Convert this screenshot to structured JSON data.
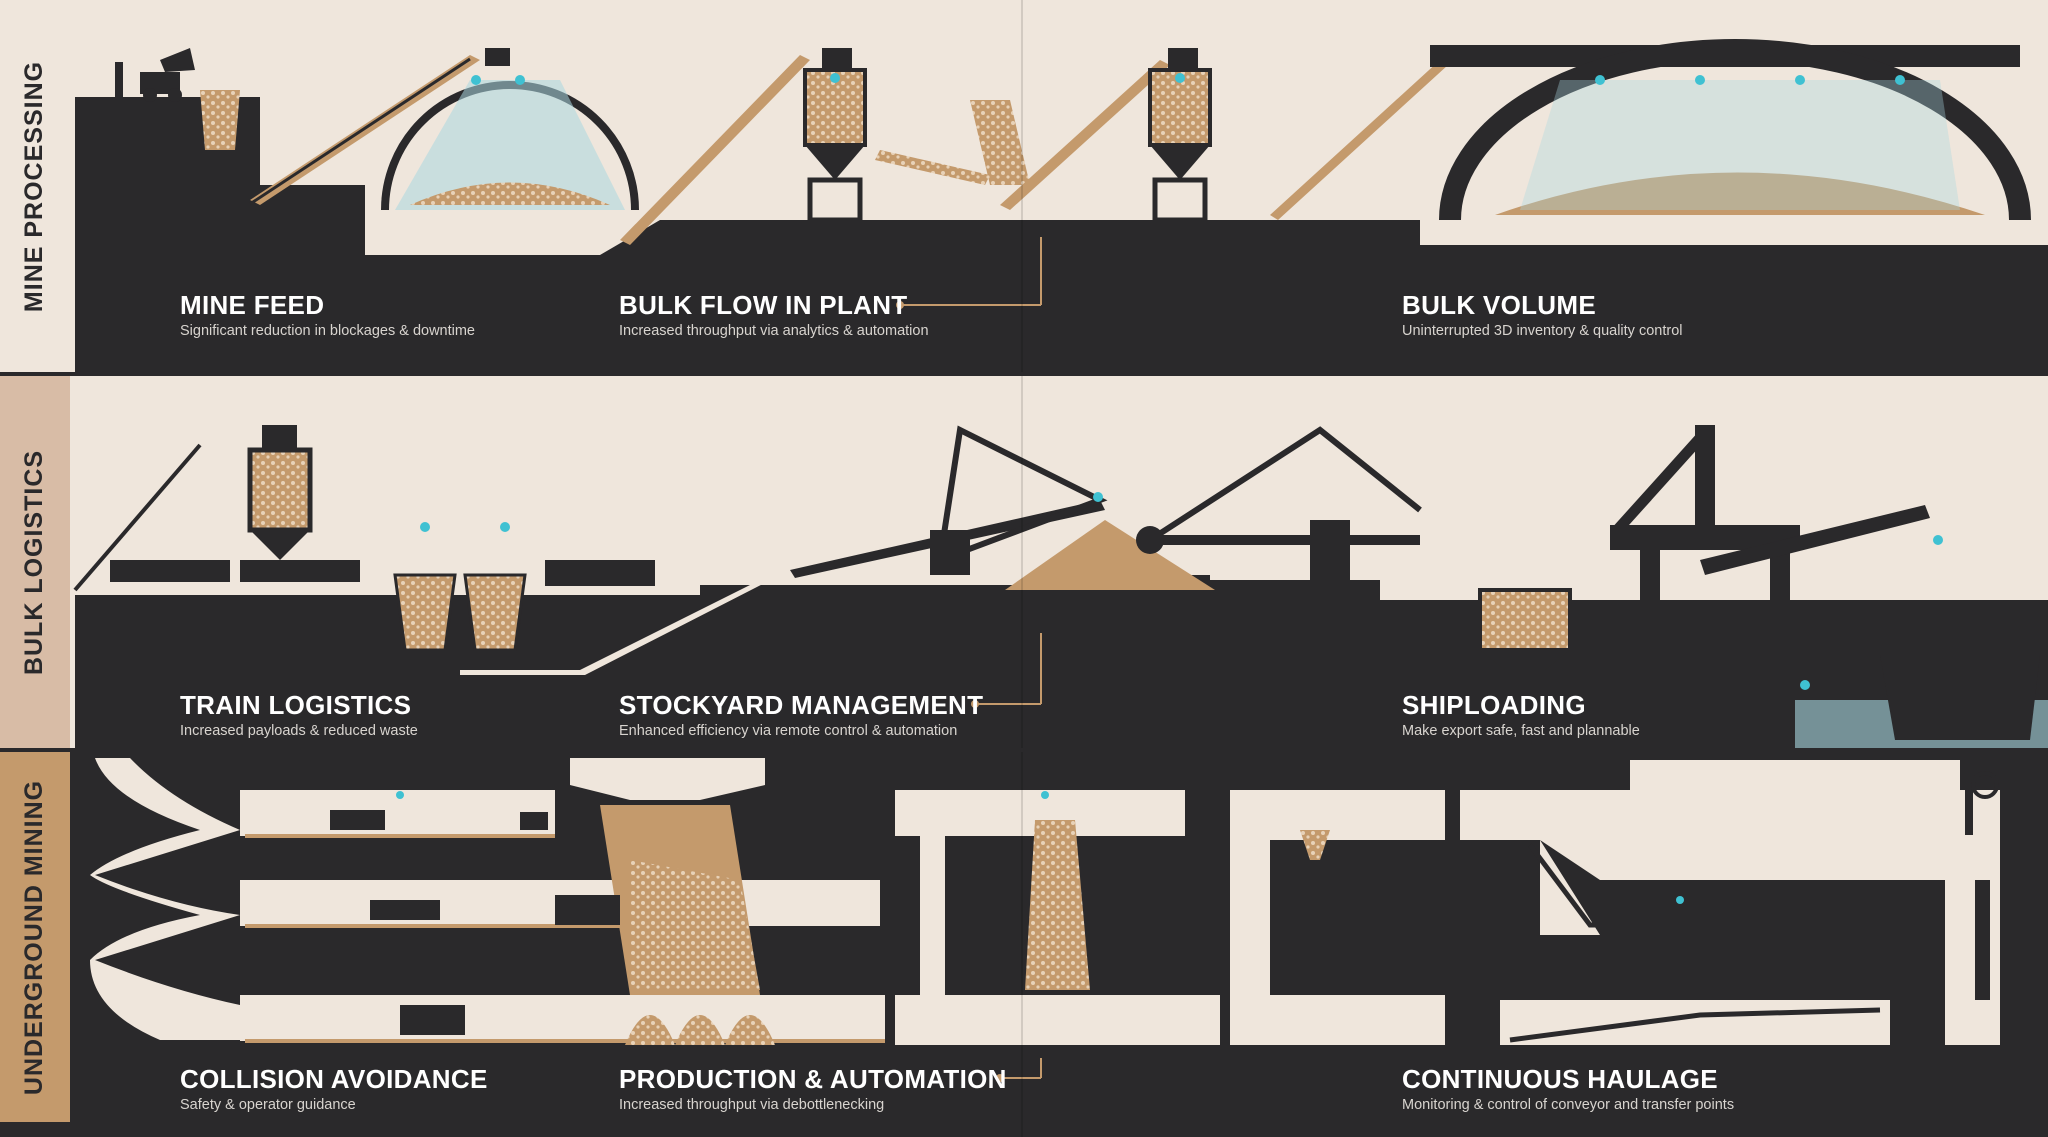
{
  "colors": {
    "dark": "#2a292b",
    "cream": "#efe6dc",
    "ore": "#c49a6c",
    "sensor": "#3fc1d2",
    "beam": "#a9d7e0",
    "tab_mine": "#efe6dc",
    "tab_logistics": "#d8bca6",
    "tab_underground": "#c49a6c"
  },
  "sections": {
    "mine_processing": {
      "tab": "MINE PROCESSING",
      "items": [
        {
          "title": "MINE FEED",
          "subtitle": "Significant reduction in blockages & downtime"
        },
        {
          "title": "BULK FLOW IN PLANT",
          "subtitle": "Increased throughput via analytics & automation"
        },
        {
          "title": "BULK VOLUME",
          "subtitle": "Uninterrupted 3D inventory & quality control"
        }
      ]
    },
    "bulk_logistics": {
      "tab": "BULK LOGISTICS",
      "items": [
        {
          "title": "TRAIN LOGISTICS",
          "subtitle": "Increased payloads & reduced waste"
        },
        {
          "title": "STOCKYARD MANAGEMENT",
          "subtitle": "Enhanced efficiency via remote control & automation"
        },
        {
          "title": "SHIPLOADING",
          "subtitle": "Make export safe, fast and plannable"
        }
      ]
    },
    "underground_mining": {
      "tab": "UNDERGROUND MINING",
      "items": [
        {
          "title": "COLLISION AVOIDANCE",
          "subtitle": "Safety & operator guidance"
        },
        {
          "title": "PRODUCTION & AUTOMATION",
          "subtitle": "Increased throughput via debottlenecking"
        },
        {
          "title": "CONTINUOUS HAULAGE",
          "subtitle": "Monitoring & control of conveyor and transfer points"
        }
      ]
    }
  }
}
